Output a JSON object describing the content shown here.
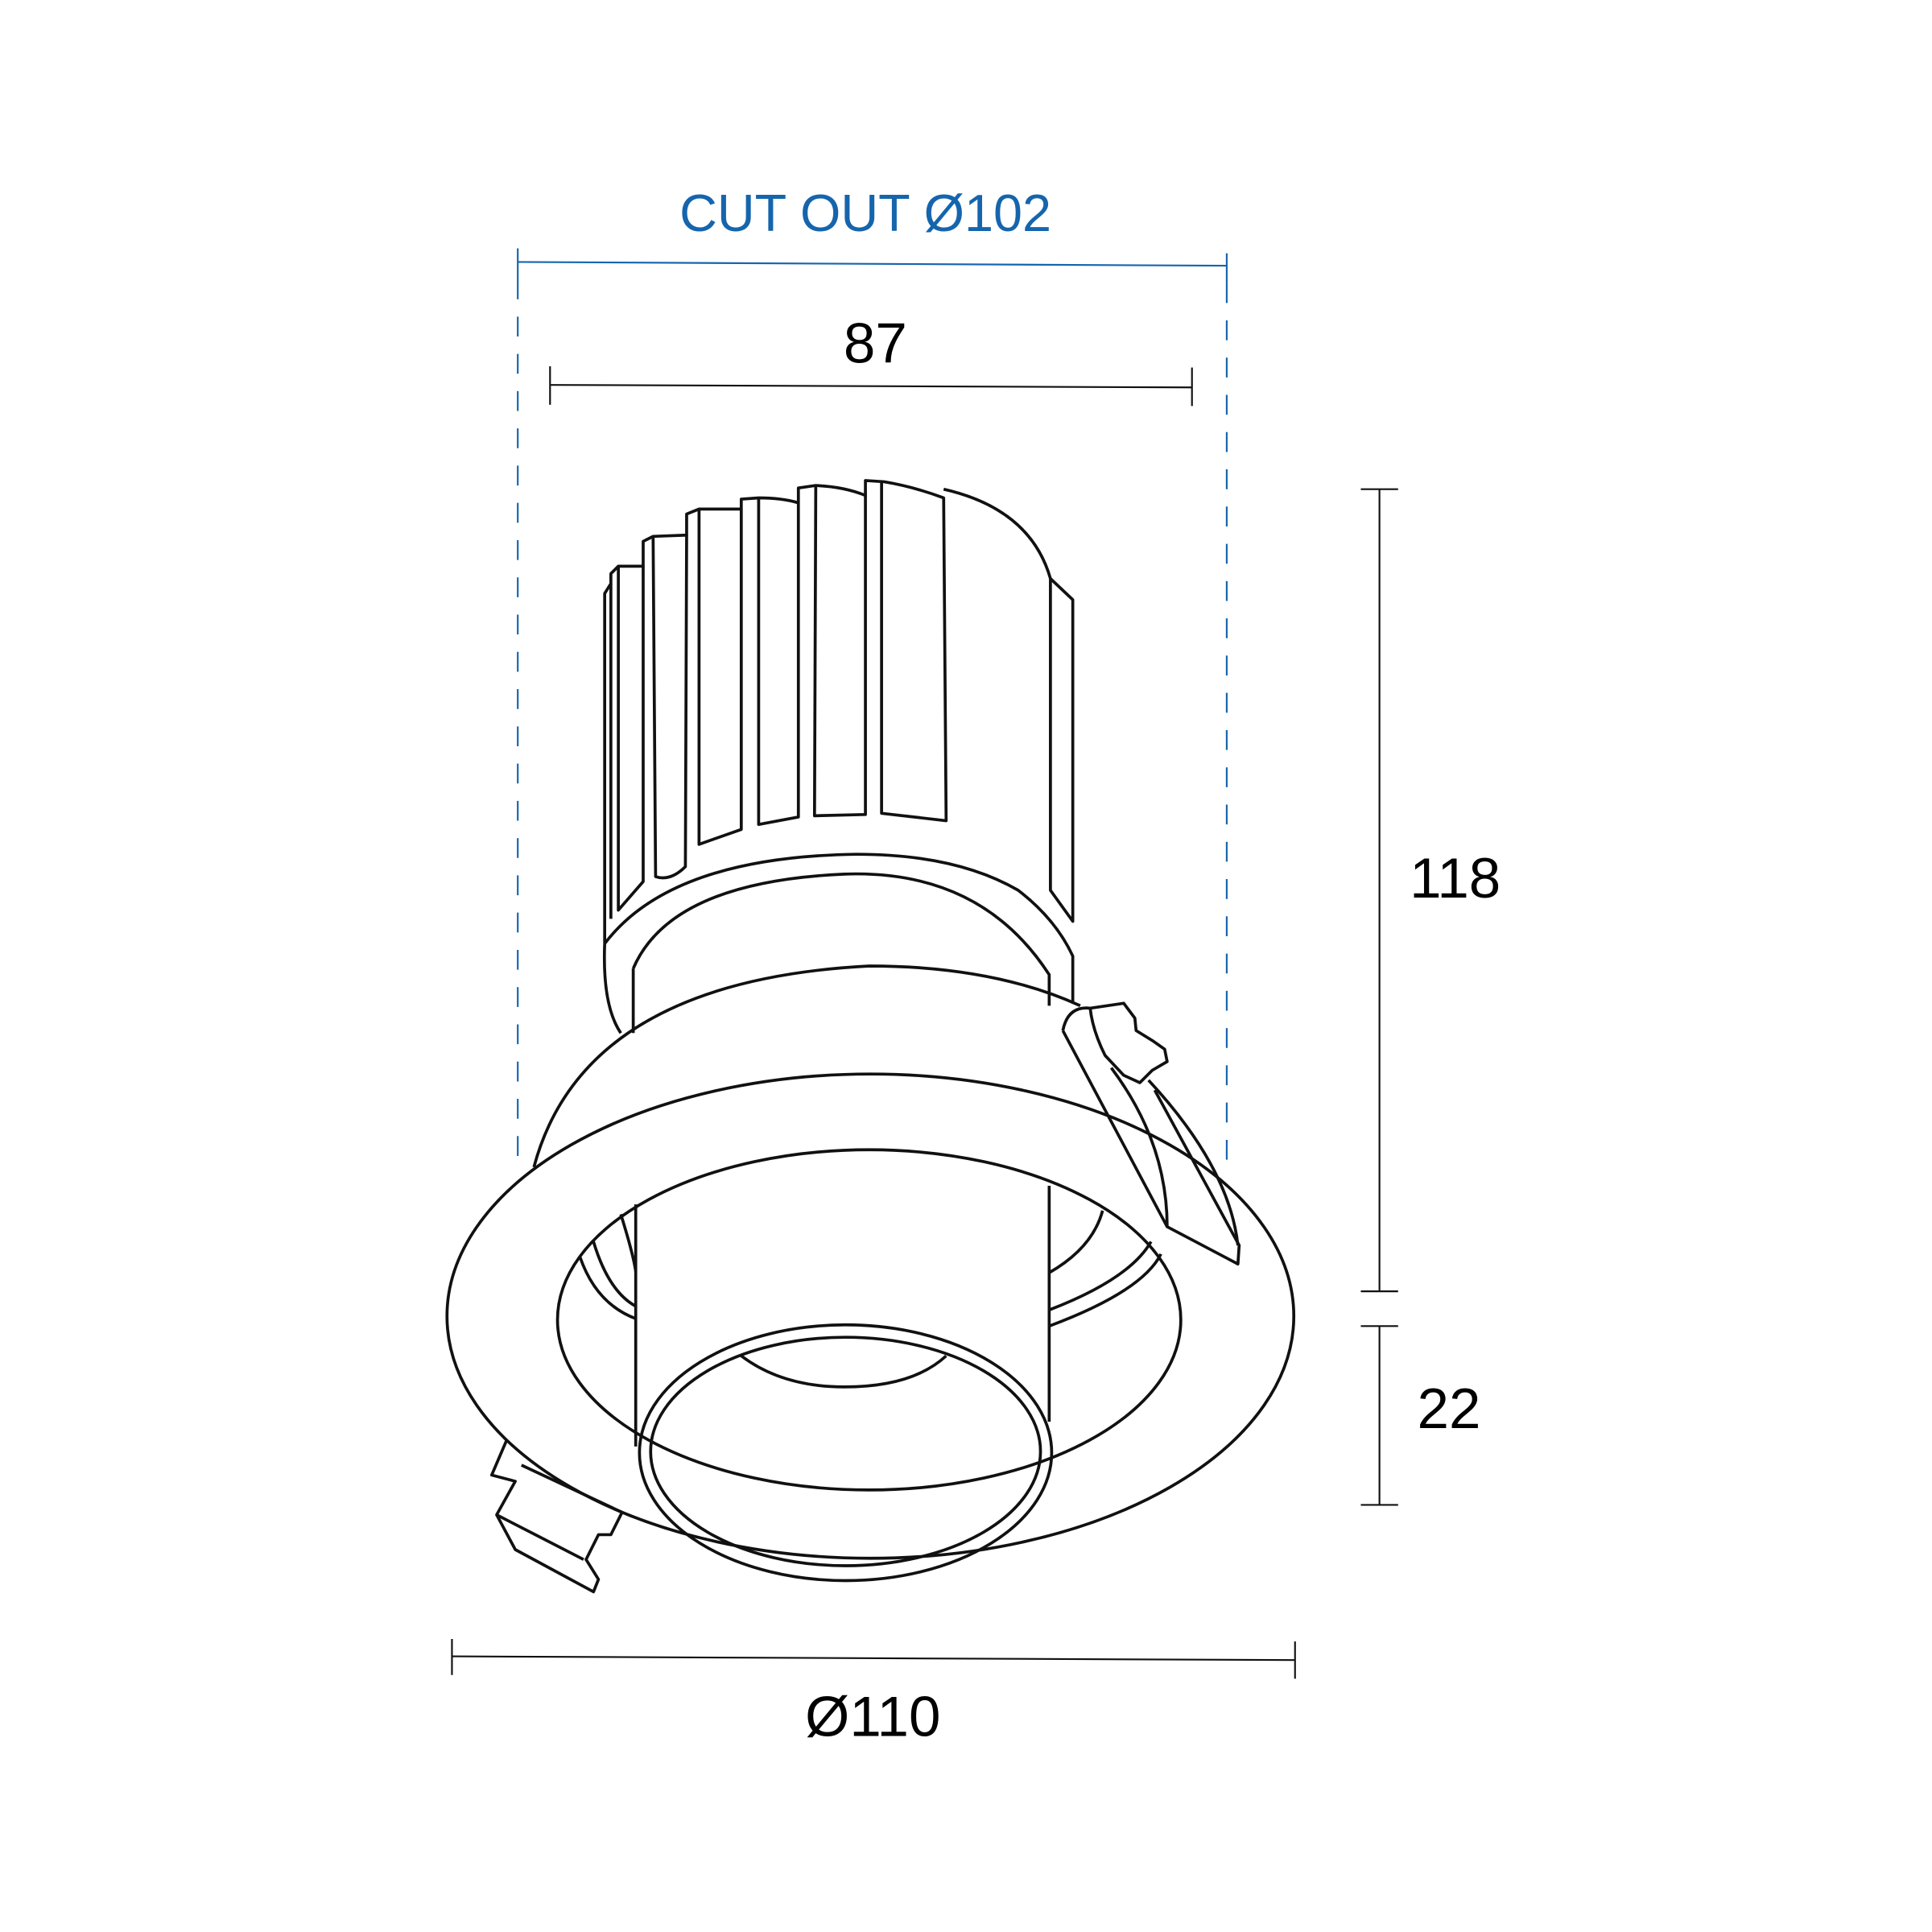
{
  "drawing": {
    "cutout_label": "CUT OUT Ø102",
    "width_label": "87",
    "height_body_label": "118",
    "height_trim_label": "22",
    "diameter_label": "Ø110",
    "accent_color": "#1565ad"
  }
}
